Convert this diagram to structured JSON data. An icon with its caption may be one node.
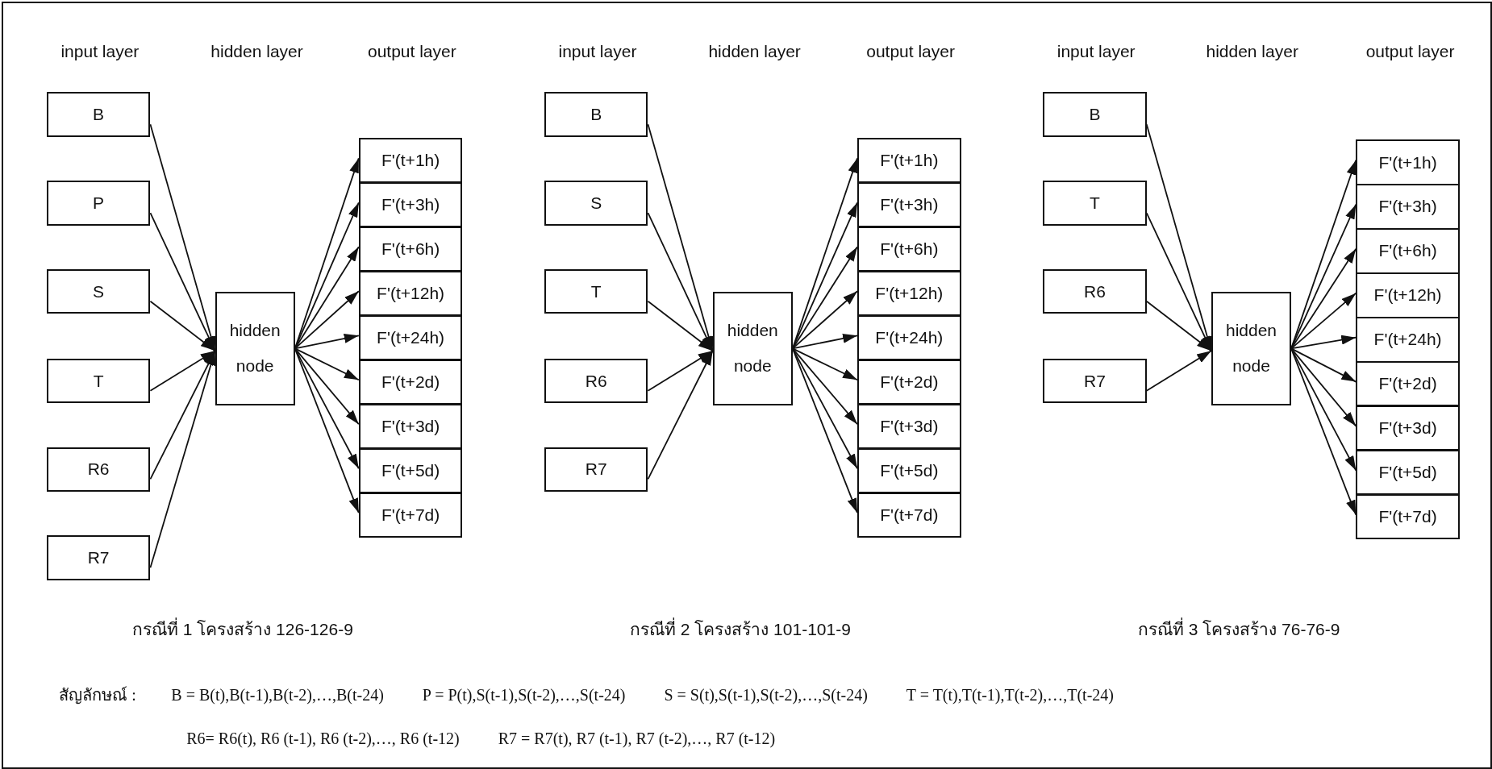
{
  "diagram": {
    "nodes": [
      {
        "text": [
          "B"
        ]
      },
      {
        "text": [
          "P"
        ]
      },
      {
        "text": [
          "S"
        ]
      },
      {
        "text": [
          "T"
        ]
      },
      {
        "text": [
          "R6"
        ]
      },
      {
        "text": [
          "R7"
        ]
      },
      {
        "text": [
          "hidden node"
        ]
      },
      {
        "text": [
          "F'(t+1h)"
        ]
      },
      {
        "text": [
          "F'(t+3h)"
        ]
      },
      {
        "text": [
          "F'(t+6h)"
        ]
      },
      {
        "text": [
          "F'(t+12h)"
        ]
      },
      {
        "text": [
          "F'(t+24h)"
        ]
      },
      {
        "text": [
          "F'(t+2d)"
        ]
      },
      {
        "text": [
          "F'(t+3d)"
        ]
      },
      {
        "text": [
          "F'(t+5d)"
        ]
      },
      {
        "text": [
          "F'(t+7d)"
        ]
      },
      {
        "text": [
          "B"
        ]
      },
      {
        "text": [
          "S"
        ]
      },
      {
        "text": [
          "T"
        ]
      },
      {
        "text": [
          "R6"
        ]
      },
      {
        "text": [
          "R7"
        ]
      },
      {
        "text": [
          "hidden node"
        ]
      },
      {
        "text": [
          "F'(t+1h)"
        ]
      },
      {
        "text": [
          "F'(t+3h)"
        ]
      },
      {
        "text": [
          "F'(t+6h)"
        ]
      },
      {
        "text": [
          "F'(t+12h)"
        ]
      },
      {
        "text": [
          "F'(t+24h)"
        ]
      },
      {
        "text": [
          "F'(t+2d)"
        ]
      },
      {
        "text": [
          "F'(t+3d)"
        ]
      },
      {
        "text": [
          "F'(t+5d)"
        ]
      },
      {
        "text": [
          "F'(t+7d)"
        ]
      },
      {
        "text": [
          "B"
        ]
      },
      {
        "text": [
          "T"
        ]
      },
      {
        "text": [
          "R6"
        ]
      },
      {
        "text": [
          "R7"
        ]
      },
      {
        "text": [
          "hidden node"
        ]
      },
      {
        "text": [
          "F'(t+1h)"
        ]
      },
      {
        "text": [
          "F'(t+3h)"
        ]
      },
      {
        "text": [
          "F'(t+6h)"
        ]
      },
      {
        "text": [
          "F'(t+12h)"
        ]
      },
      {
        "text": [
          "F'(t+24h)"
        ]
      },
      {
        "text": [
          "F'(t+2d)"
        ]
      },
      {
        "text": [
          "F'(t+3d)"
        ]
      },
      {
        "text": [
          "F'(t+5d)"
        ]
      },
      {
        "text": [
          "F'(t+7d)"
        ]
      }
    ],
    "edges": [
      {
        "from": 0,
        "to": 6,
        "arrow": "to"
      },
      {
        "from": 1,
        "to": 6,
        "arrow": "to"
      },
      {
        "from": 2,
        "to": 6,
        "arrow": "to"
      },
      {
        "from": 3,
        "to": 6,
        "arrow": "to"
      },
      {
        "from": 4,
        "to": 6,
        "arrow": "to"
      },
      {
        "from": 5,
        "to": 6,
        "arrow": "to"
      },
      {
        "from": 6,
        "to": 7,
        "arrow": "to"
      },
      {
        "from": 6,
        "to": 8,
        "arrow": "to"
      },
      {
        "from": 6,
        "to": 9,
        "arrow": "to"
      },
      {
        "from": 6,
        "to": 10,
        "arrow": "to"
      },
      {
        "from": 6,
        "to": 11,
        "arrow": "to"
      },
      {
        "from": 6,
        "to": 12,
        "arrow": "to"
      },
      {
        "from": 6,
        "to": 13,
        "arrow": "to"
      },
      {
        "from": 6,
        "to": 14,
        "arrow": "to"
      },
      {
        "from": 6,
        "to": 15,
        "arrow": "to"
      },
      {
        "from": 16,
        "to": 21,
        "arrow": "to"
      },
      {
        "from": 17,
        "to": 21,
        "arrow": "to"
      },
      {
        "from": 18,
        "to": 21,
        "arrow": "to"
      },
      {
        "from": 19,
        "to": 21,
        "arrow": "to"
      },
      {
        "from": 20,
        "to": 21,
        "arrow": "to"
      },
      {
        "from": 21,
        "to": 22,
        "arrow": "to"
      },
      {
        "from": 21,
        "to": 23,
        "arrow": "to"
      },
      {
        "from": 21,
        "to": 24,
        "arrow": "to"
      },
      {
        "from": 21,
        "to": 25,
        "arrow": "to"
      },
      {
        "from": 21,
        "to": 26,
        "arrow": "to"
      },
      {
        "from": 21,
        "to": 27,
        "arrow": "to"
      },
      {
        "from": 21,
        "to": 28,
        "arrow": "to"
      },
      {
        "from": 21,
        "to": 29,
        "arrow": "to"
      },
      {
        "from": 21,
        "to": 30,
        "arrow": "to"
      },
      {
        "from": 31,
        "to": 35,
        "arrow": "to"
      },
      {
        "from": 32,
        "to": 35,
        "arrow": "to"
      },
      {
        "from": 33,
        "to": 35,
        "arrow": "to"
      },
      {
        "from": 34,
        "to": 35,
        "arrow": "to"
      },
      {
        "from": 35,
        "to": 36,
        "arrow": "to"
      },
      {
        "from": 35,
        "to": 37,
        "arrow": "to"
      },
      {
        "from": 35,
        "to": 38,
        "arrow": "to"
      },
      {
        "from": 35,
        "to": 39,
        "arrow": "to"
      },
      {
        "from": 35,
        "to": 40,
        "arrow": "to"
      },
      {
        "from": 35,
        "to": 41,
        "arrow": "to"
      },
      {
        "from": 35,
        "to": 42,
        "arrow": "to"
      },
      {
        "from": 35,
        "to": 43,
        "arrow": "to"
      },
      {
        "from": 35,
        "to": 44,
        "arrow": "to"
      }
    ],
    "labels": [
      "input layer",
      "hidden layer",
      "output layer",
      "input layer",
      "hidden layer",
      "output layer",
      "input layer",
      "hidden layer",
      "output layer",
      "กรณีที่ 1 โครงสร้าง 126-126-9",
      "กรณีที่ 2 โครงสร้าง 101-101-9",
      "กรณีที่ 3 โครงสร้าง 76-76-9",
      "สัญลักษณ์  :",
      "B = B(t),B(t-1),B(t-2),…,B(t-24)",
      "P = P(t),S(t-1),S(t-2),…,S(t-24)",
      "S = S(t),S(t-1),S(t-2),…,S(t-24)",
      "T = T(t),T(t-1),T(t-2),…,T(t-24)",
      "R6= R6(t), R6 (t-1), R6 (t-2),…, R6 (t-12)",
      "R7 = R7(t), R7 (t-1), R7 (t-2),…, R7 (t-12)"
    ]
  }
}
